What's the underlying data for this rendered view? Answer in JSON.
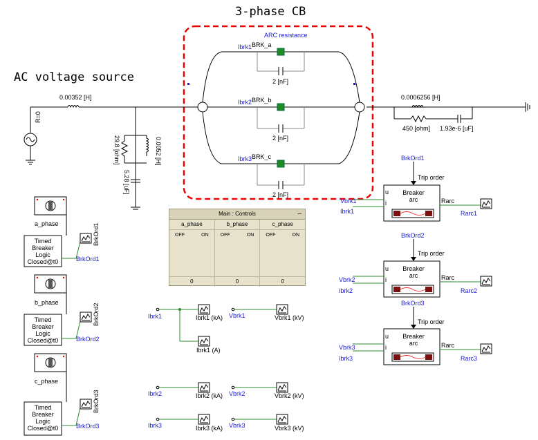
{
  "titles": {
    "cb": "3-phase  CB",
    "source": "AC  voltage  source",
    "arc": "ARC resistance"
  },
  "source": {
    "r": "R=0",
    "l": "0.00352 [H]"
  },
  "shunt": {
    "r": "29.8 [ohm]",
    "l": "0.0052 [H]",
    "c": "5.28 [uF]"
  },
  "line": {
    "l": "0.0006256 [H]",
    "r": "450 [ohm]",
    "c": "1.93e-6 [uF]"
  },
  "phases": [
    {
      "brk": "BRK_a",
      "ibrk": "Ibrk1",
      "cap": "2 [nF]"
    },
    {
      "brk": "BRK_b",
      "ibrk": "Ibrk2",
      "cap": "2 [nF]"
    },
    {
      "brk": "BRK_c",
      "ibrk": "Ibrk3",
      "cap": "2 [nF]"
    }
  ],
  "timed": [
    {
      "switch": "a_phase",
      "block": [
        "Timed",
        "Breaker",
        "Logic",
        "Closed@t0"
      ],
      "ord": "BrkOrd1",
      "ordv": "BrkOrd1"
    },
    {
      "switch": "b_phase",
      "block": [
        "Timed",
        "Breaker",
        "Logic",
        "Closed@t0"
      ],
      "ord": "BrkOrd2",
      "ordv": "BrkOrd2"
    },
    {
      "switch": "c_phase",
      "block": [
        "Timed",
        "Breaker",
        "Logic",
        "Closed@t0"
      ],
      "ord": "BrkOrd3",
      "ordv": "BrkOrd3"
    }
  ],
  "controls": {
    "title": "Main : Controls",
    "min": "–",
    "cols": [
      {
        "name": "a_phase",
        "off": "OFF",
        "on": "ON",
        "value": "0"
      },
      {
        "name": "b_phase",
        "off": "OFF",
        "on": "ON",
        "value": "0"
      },
      {
        "name": "c_phase",
        "off": "OFF",
        "on": "ON",
        "value": "0"
      }
    ]
  },
  "arc_blocks": [
    {
      "ord": "BrkOrd1",
      "trip": "Trip order",
      "u": "u",
      "i": "i",
      "title": "Breaker",
      "sub": "arc",
      "rarc": "Rarc",
      "vin": "Vbrk1",
      "iin": "Ibrk1",
      "out": "Rarc1"
    },
    {
      "ord": "BrkOrd2",
      "trip": "Trip order",
      "u": "u",
      "i": "i",
      "title": "Breaker",
      "sub": "arc",
      "rarc": "Rarc",
      "vin": "Vbrk2",
      "iin": "Ibrk2",
      "out": "Rarc2"
    },
    {
      "ord": "BrkOrd3",
      "trip": "Trip order",
      "u": "u",
      "i": "i",
      "title": "Breaker",
      "sub": "arc",
      "rarc": "Rarc",
      "vin": "Vbrk3",
      "iin": "Ibrk3",
      "out": "Rarc3"
    }
  ],
  "meters": {
    "row1": {
      "i": "Ibrk1",
      "ilabel": "Ibrk1 (kA)",
      "v": "Vbrk1",
      "vlabel": "Vbrk1 (kV)",
      "ia": "Ibrk1 (A)"
    },
    "row2": {
      "i": "Ibrk2",
      "ilabel": "Ibrk2 (kA)",
      "v": "Vbrk2",
      "vlabel": "Vbrk2 (kV)"
    },
    "row3": {
      "i": "Ibrk3",
      "ilabel": "Ibrk3 (kA)",
      "v": "Vbrk3",
      "vlabel": "Vbrk3 (kV)"
    }
  }
}
